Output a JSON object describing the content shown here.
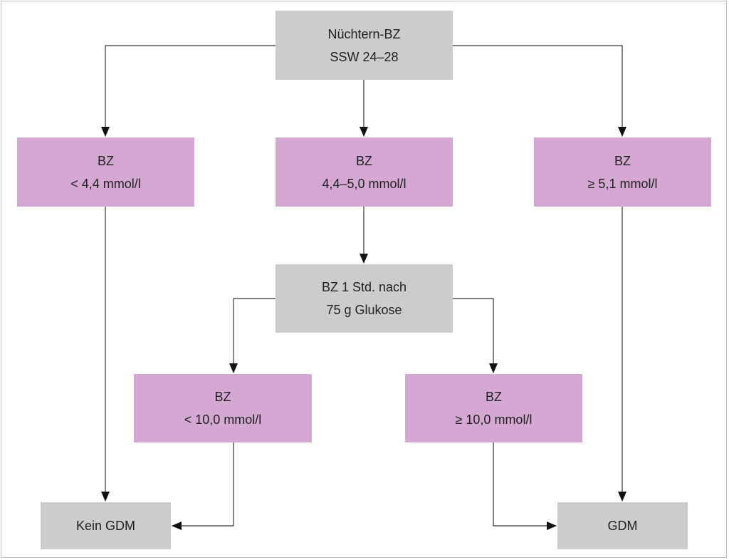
{
  "flowchart": {
    "nodes": {
      "start": {
        "line1": "Nüchtern-BZ",
        "line2": "SSW 24–28",
        "color": "#cccccc"
      },
      "low": {
        "line1": "BZ",
        "line2": "< 4,4 mmol/l",
        "color": "#d4a8d2"
      },
      "mid": {
        "line1": "BZ",
        "line2": "4,4–5,0 mmol/l",
        "color": "#d4a8d2"
      },
      "high": {
        "line1": "BZ",
        "line2": "≥ 5,1 mmol/l",
        "color": "#d4a8d2"
      },
      "ogtt": {
        "line1": "BZ 1 Std. nach",
        "line2": "75 g Glukose",
        "color": "#cccccc"
      },
      "ogtt_low": {
        "line1": "BZ",
        "line2": "< 10,0 mmol/l",
        "color": "#d4a8d2"
      },
      "ogtt_high": {
        "line1": "BZ",
        "line2": "≥ 10,0 mmol/l",
        "color": "#d4a8d2"
      },
      "no_gdm": {
        "label": "Kein GDM",
        "color": "#cccccc"
      },
      "gdm": {
        "label": "GDM",
        "color": "#cccccc"
      }
    },
    "edges": [
      {
        "from": "start",
        "to": "low"
      },
      {
        "from": "start",
        "to": "mid"
      },
      {
        "from": "start",
        "to": "high"
      },
      {
        "from": "mid",
        "to": "ogtt"
      },
      {
        "from": "low",
        "to": "no_gdm"
      },
      {
        "from": "high",
        "to": "gdm"
      },
      {
        "from": "ogtt",
        "to": "ogtt_low"
      },
      {
        "from": "ogtt",
        "to": "ogtt_high"
      },
      {
        "from": "ogtt_low",
        "to": "no_gdm"
      },
      {
        "from": "ogtt_high",
        "to": "gdm"
      }
    ]
  }
}
